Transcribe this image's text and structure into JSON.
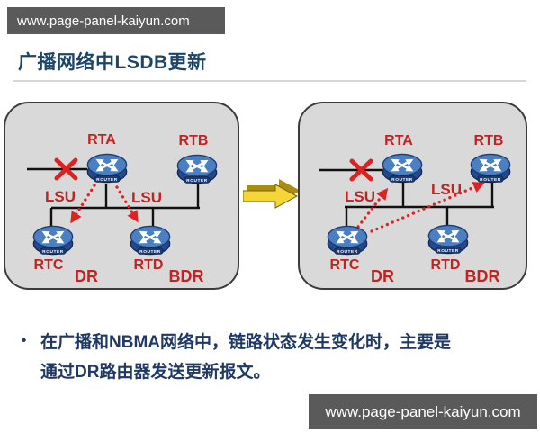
{
  "watermarks": {
    "top": "www.page-panel-kaiyun.com",
    "bottom": "www.page-panel-kaiyun.com"
  },
  "header": {
    "title": "广播网络中LSDB更新"
  },
  "bullet": {
    "marker": "•",
    "lines": [
      "在广播和NBMA网络中，链路状态发生变化时，主要是",
      "通过DR路由器发送更新报文。"
    ]
  },
  "router_label": "ROUTER",
  "diagrams": {
    "left": {
      "rta": "RTA",
      "rtb": "RTB",
      "rtc": "RTC",
      "rtd": "RTD",
      "lsu_left": "LSU",
      "lsu_right": "LSU",
      "dr": "DR",
      "bdr": "BDR"
    },
    "right": {
      "rta": "RTA",
      "rtb": "RTB",
      "rtc": "RTC",
      "rtd": "RTD",
      "lsu_left": "LSU",
      "lsu_right": "LSU",
      "dr": "DR",
      "bdr": "BDR"
    }
  },
  "colors": {
    "bar_gray": "#5a5a5a",
    "title_blue": "#1d4568",
    "body_blue": "#1f3864",
    "label_red": "#c32222",
    "arrow_red": "#dd2222",
    "panel_fill": "#d9d9d9",
    "router_blue": "#4a7fc1",
    "arrow_yellow": "#f5d638"
  }
}
